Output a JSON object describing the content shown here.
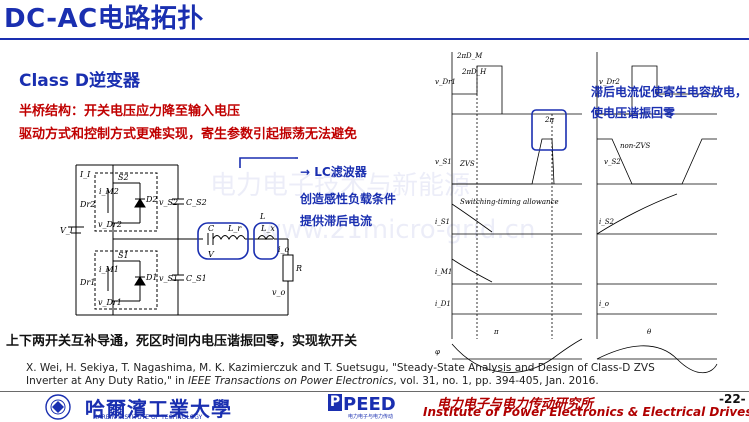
{
  "slide": {
    "title": "DC-AC电路拓扑",
    "subtitle": "Class D逆变器",
    "lines": [
      "半桥结构：开关电压应力降至输入电压",
      "驱动方式和控制方式更难实现，寄生参数引起振荡无法避免"
    ],
    "callouts": [
      "LC滤波器",
      "创造感性负载条件",
      "提供滞后电流"
    ],
    "right_callouts": [
      "滞后电流促使寄生电容放电，",
      "使电压谐振回零"
    ],
    "bottom_text": "上下两开关互补导通，死区时间内电压谐振回零，实现软开关",
    "reference": {
      "before": "X. Wei, H. Sekiya, T. Nagashima, M. K. Kazimierczuk and T. Suetsugu, \"Steady-State Analysis and Design of Class-D ZVS Inverter at Any Duty Ratio,\" in ",
      "journal": "IEEE Transactions on Power Electronics",
      "after": ", vol. 31, no. 1, pp. 394-405, Jan. 2016."
    },
    "watermark": "电力电子技术与新能源",
    "watermark2": "www.21micro-grid.cn",
    "page": "-22-"
  },
  "footer": {
    "university": "哈爾濱工業大學",
    "university_en": "HARBIN INSTITUTE OF TECHNOLOGY",
    "lab_logo": "PEED",
    "lab_logo_sub": "电力电子与电力传动",
    "lab_cn": "电力电子与电力传动研究所",
    "lab_en": "Institute of Power Electronics & Electrical Drives"
  },
  "circuit": {
    "labels": [
      "I_I",
      "S2",
      "i_M2",
      "i_D2",
      "Dr2",
      "M2",
      "D2",
      "v_Dr2",
      "v_S2",
      "C_S2",
      "V_I",
      "S1",
      "i_M1",
      "i_D1",
      "Dr1",
      "M1",
      "D1",
      "v_Dr1",
      "v_S1",
      "C_S1",
      "C",
      "L_r",
      "L",
      "L_x",
      "V",
      "i_o",
      "R",
      "v_o"
    ]
  },
  "waveforms": {
    "labels": [
      "v_Dr1",
      "v_Dr2",
      "2πD_M",
      "2πD_H",
      "v_S1",
      "v_S2",
      "ZVS",
      "non-ZVS",
      "Switching-timing allowance",
      "i_S1",
      "i_S2",
      "i_M1",
      "i_D1",
      "i_o",
      "φ",
      "π",
      "2π",
      "θ"
    ]
  }
}
